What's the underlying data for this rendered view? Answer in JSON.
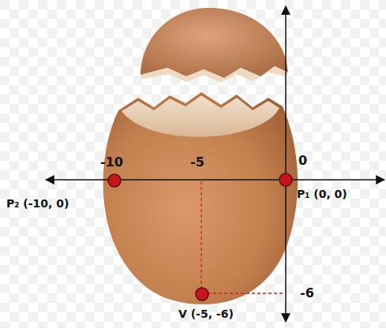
{
  "diagram": {
    "labels": [
      "-10",
      "-5",
      "0",
      "-6",
      "P₁ (0, 0)",
      "P₂ (-10, 0)",
      "V (-5, -6)"
    ]
  }
}
